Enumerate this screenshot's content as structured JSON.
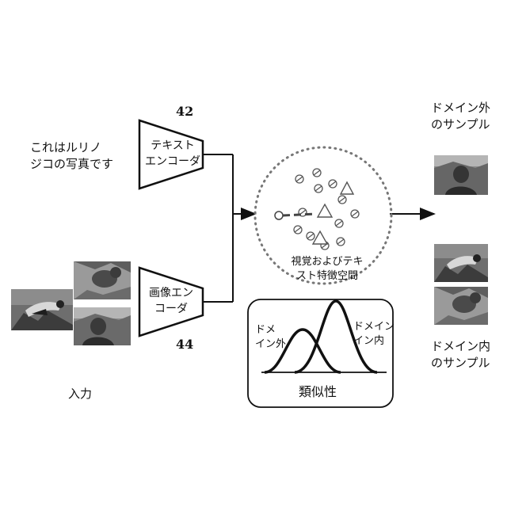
{
  "text_prompt": [
    "これはルリノ",
    "ジコの写真です"
  ],
  "text_encoder": {
    "lines": [
      "テキスト",
      "エンコーダ"
    ],
    "number": "42"
  },
  "image_encoder": {
    "lines": [
      "画像エン",
      "コーダ"
    ],
    "number": "44"
  },
  "input_label": "入力",
  "space_label": [
    "視覚およびテキ",
    "スト特徴空間"
  ],
  "similarity": {
    "ood_label": [
      "ドメ",
      "イン外"
    ],
    "id_label": [
      "ドメイン",
      "イン内"
    ],
    "title": "類似性"
  },
  "output": {
    "ood_label": [
      "ドメイン外",
      "のサンプル"
    ],
    "id_label": [
      "ドメイン内",
      "のサンプル"
    ]
  },
  "colors": {
    "line": "#111111",
    "dots": "#555555",
    "photo_dark": "#3a3a3a",
    "photo_mid": "#7a7a7a",
    "photo_light": "#c8c8c8"
  }
}
